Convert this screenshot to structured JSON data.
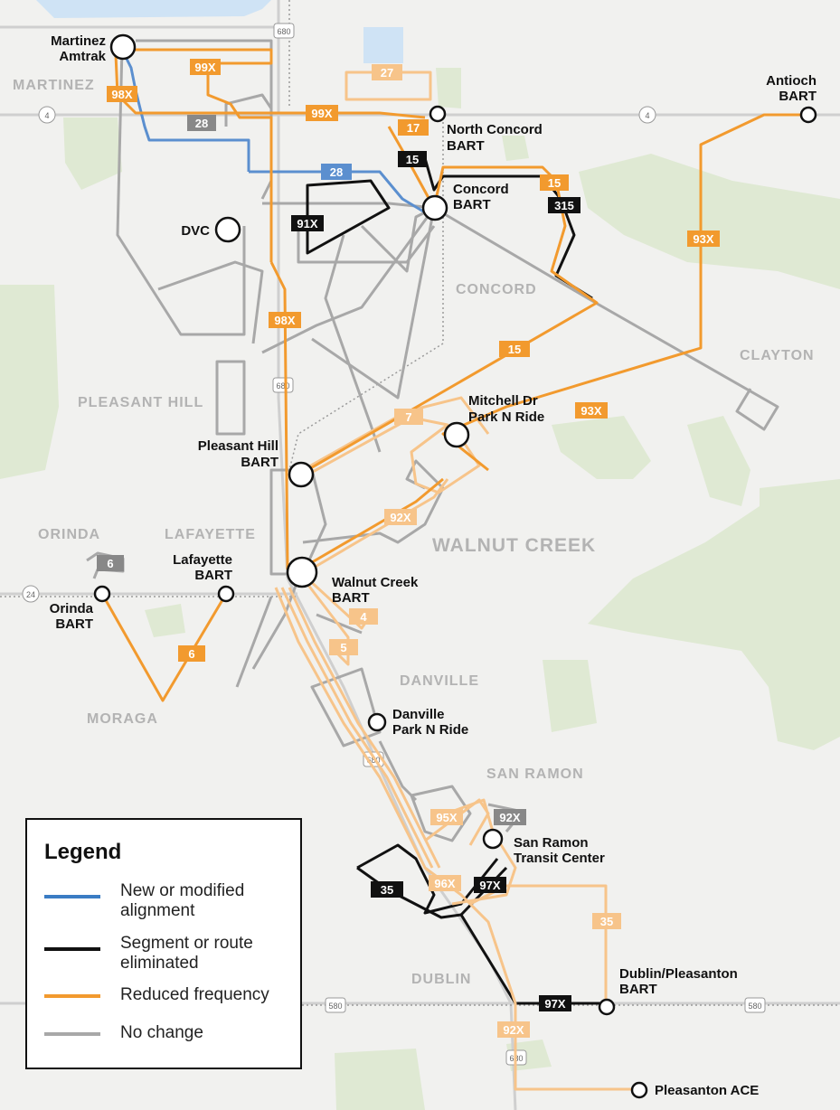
{
  "colors": {
    "background": "#f1f1ef",
    "park": "#dfe9d3",
    "water": "#cfe3f5",
    "new_alignment": "#5b8fcf",
    "eliminated": "#111111",
    "reduced": "#f29a2e",
    "reduced_light": "#f7c48a",
    "no_change": "#a8a8a8"
  },
  "areas": {
    "martinez": "MARTINEZ",
    "concord": "CONCORD",
    "clayton": "CLAYTON",
    "pleasant_hill": "PLEASANT HILL",
    "orinda": "ORINDA",
    "lafayette": "LAFAYETTE",
    "walnut_creek": "WALNUT CREEK",
    "danville": "DANVILLE",
    "moraga": "MORAGA",
    "san_ramon": "SAN RAMON",
    "dublin": "DUBLIN"
  },
  "stops": {
    "martinez_amtrak_1": "Martinez",
    "martinez_amtrak_2": "Amtrak",
    "north_concord_1": "North Concord",
    "north_concord_2": "BART",
    "antioch_1": "Antioch",
    "antioch_2": "BART",
    "concord_1": "Concord",
    "concord_2": "BART",
    "dvc": "DVC",
    "mitchell_1": "Mitchell Dr",
    "mitchell_2": "Park N Ride",
    "pleasant_hill_1": "Pleasant Hill",
    "pleasant_hill_2": "BART",
    "lafayette_1": "Lafayette",
    "lafayette_2": "BART",
    "walnut_creek_1": "Walnut Creek",
    "walnut_creek_2": "BART",
    "orinda_1": "Orinda",
    "orinda_2": "BART",
    "danville_1": "Danville",
    "danville_2": "Park N Ride",
    "san_ramon_1": "San Ramon",
    "san_ramon_2": "Transit Center",
    "dublin_1": "Dublin/Pleasanton",
    "dublin_2": "BART",
    "pleasanton_ace": "Pleasanton ACE"
  },
  "route_tags": {
    "r99x_a": "99X",
    "r98x_a": "98X",
    "r28_a": "28",
    "r99x_b": "99X",
    "r27": "27",
    "r17": "17",
    "r15_a": "15",
    "r15_b": "15",
    "r315": "315",
    "r28_b": "28",
    "r91x": "91X",
    "r93x_a": "93X",
    "r98x_b": "98X",
    "r15_c": "15",
    "r7": "7",
    "r93x_b": "93X",
    "r92x_a": "92X",
    "r6_a": "6",
    "r6_b": "6",
    "r4": "4",
    "r5": "5",
    "r95x": "95X",
    "r92x_b": "92X",
    "r35_a": "35",
    "r96x": "96X",
    "r97x_a": "97X",
    "r35_b": "35",
    "r97x_b": "97X",
    "r92x_c": "92X"
  },
  "highways": {
    "h680_top": "680",
    "h4_left": "4",
    "h4_right": "4",
    "h680_mid": "680",
    "h24": "24",
    "h680_low": "680",
    "h580_left": "580",
    "h580_right": "580",
    "h680_bottom": "680"
  },
  "legend": {
    "title": "Legend",
    "items": [
      {
        "label_1": "New or modified",
        "label_2": "alignment"
      },
      {
        "label_1": "Segment or route",
        "label_2": "eliminated"
      },
      {
        "label_1": "Reduced frequency",
        "label_2": ""
      },
      {
        "label_1": "No change",
        "label_2": ""
      }
    ]
  }
}
